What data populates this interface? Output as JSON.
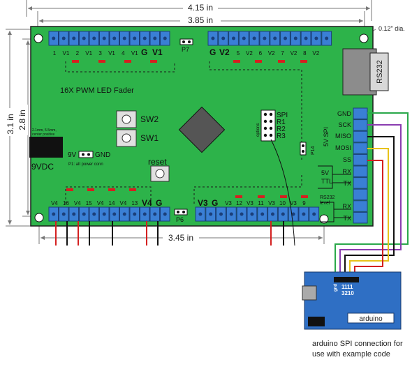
{
  "dimensions": {
    "width_outer": "4.15 in",
    "width_holes": "3.85 in",
    "height_holes": "2.8 in",
    "height_outer": "3.1 in",
    "width_bottom": "3.45 in",
    "hole_dia": "0.12\" dia."
  },
  "board": {
    "title": "16X PWM LED Fader",
    "color": "#2db34a"
  },
  "top_left_labels": [
    "1",
    "V1",
    "2",
    "V1",
    "3",
    "V1",
    "4",
    "V1"
  ],
  "top_left_power": [
    "G",
    "V1"
  ],
  "top_right_power": [
    "G",
    "V2"
  ],
  "top_right_labels": [
    "5",
    "V2",
    "6",
    "V2",
    "7",
    "V2",
    "8",
    "V2"
  ],
  "bottom_left_labels": [
    "V4",
    "16",
    "V4",
    "15",
    "V4",
    "14",
    "V4",
    "13"
  ],
  "bottom_left_power": [
    "V4",
    "G"
  ],
  "bottom_right_power": [
    "V3",
    "G"
  ],
  "bottom_right_labels": [
    "V3",
    "12",
    "V3",
    "11",
    "V3",
    "10",
    "V3",
    "9"
  ],
  "jumpers": {
    "p7": "P7",
    "p6": "P6",
    "p14": "P14",
    "options": "options",
    "spi": [
      "SPI",
      "R1",
      "R2",
      "R3"
    ]
  },
  "switches": {
    "sw2": "SW2",
    "sw1": "SW1",
    "reset": "reset"
  },
  "power": {
    "jack_text_1": "2.1mm, 5.5mm,",
    "jack_text_2": "center positive",
    "vdc": "9VDC",
    "conn_9v": "9V",
    "conn_gnd": "GND",
    "alt_power": "P1: alt power conn"
  },
  "rs232_connector": "RS232",
  "spi_block": {
    "title": "5V SPI",
    "pins": [
      "GND",
      "SCK",
      "MISO",
      "MOSI",
      "SS"
    ],
    "ttl_title_1": "5V",
    "ttl_title_2": "TTL",
    "ttl_pins": [
      "RX",
      "TX"
    ],
    "rs_title_1": "RS232",
    "rs_title_2": "level",
    "rs_pins": [
      "RX",
      "TX"
    ]
  },
  "arduino": {
    "label": "arduino",
    "pin_top": "1111",
    "pin_bot": "3210",
    "caption_line1": "arduino SPI connection for",
    "caption_line2": "use with example code",
    "color": "#2f6fc4"
  },
  "colors": {
    "terminal": "#3a7fd5",
    "led": "#d42020",
    "wire_green": "#2aa84a",
    "wire_purple": "#8a3cb0",
    "wire_black": "#111111",
    "wire_yellow": "#e8c21a",
    "wire_red": "#d42020",
    "lead_red": "#d42020",
    "lead_black": "#111111"
  }
}
